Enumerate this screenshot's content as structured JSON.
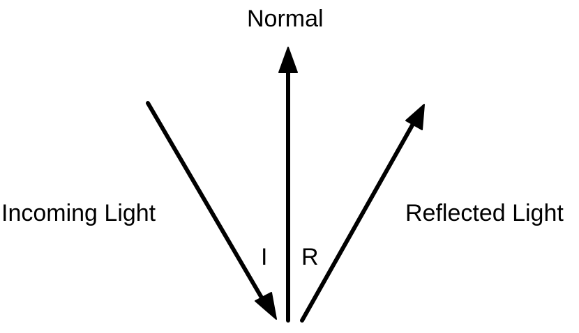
{
  "labels": {
    "normal": "Normal",
    "incoming": "Incoming Light",
    "reflected": "Reflected Light",
    "angle_incidence": "I",
    "angle_reflection": "R"
  },
  "colors": {
    "stroke": "#000000",
    "background": "#ffffff"
  }
}
